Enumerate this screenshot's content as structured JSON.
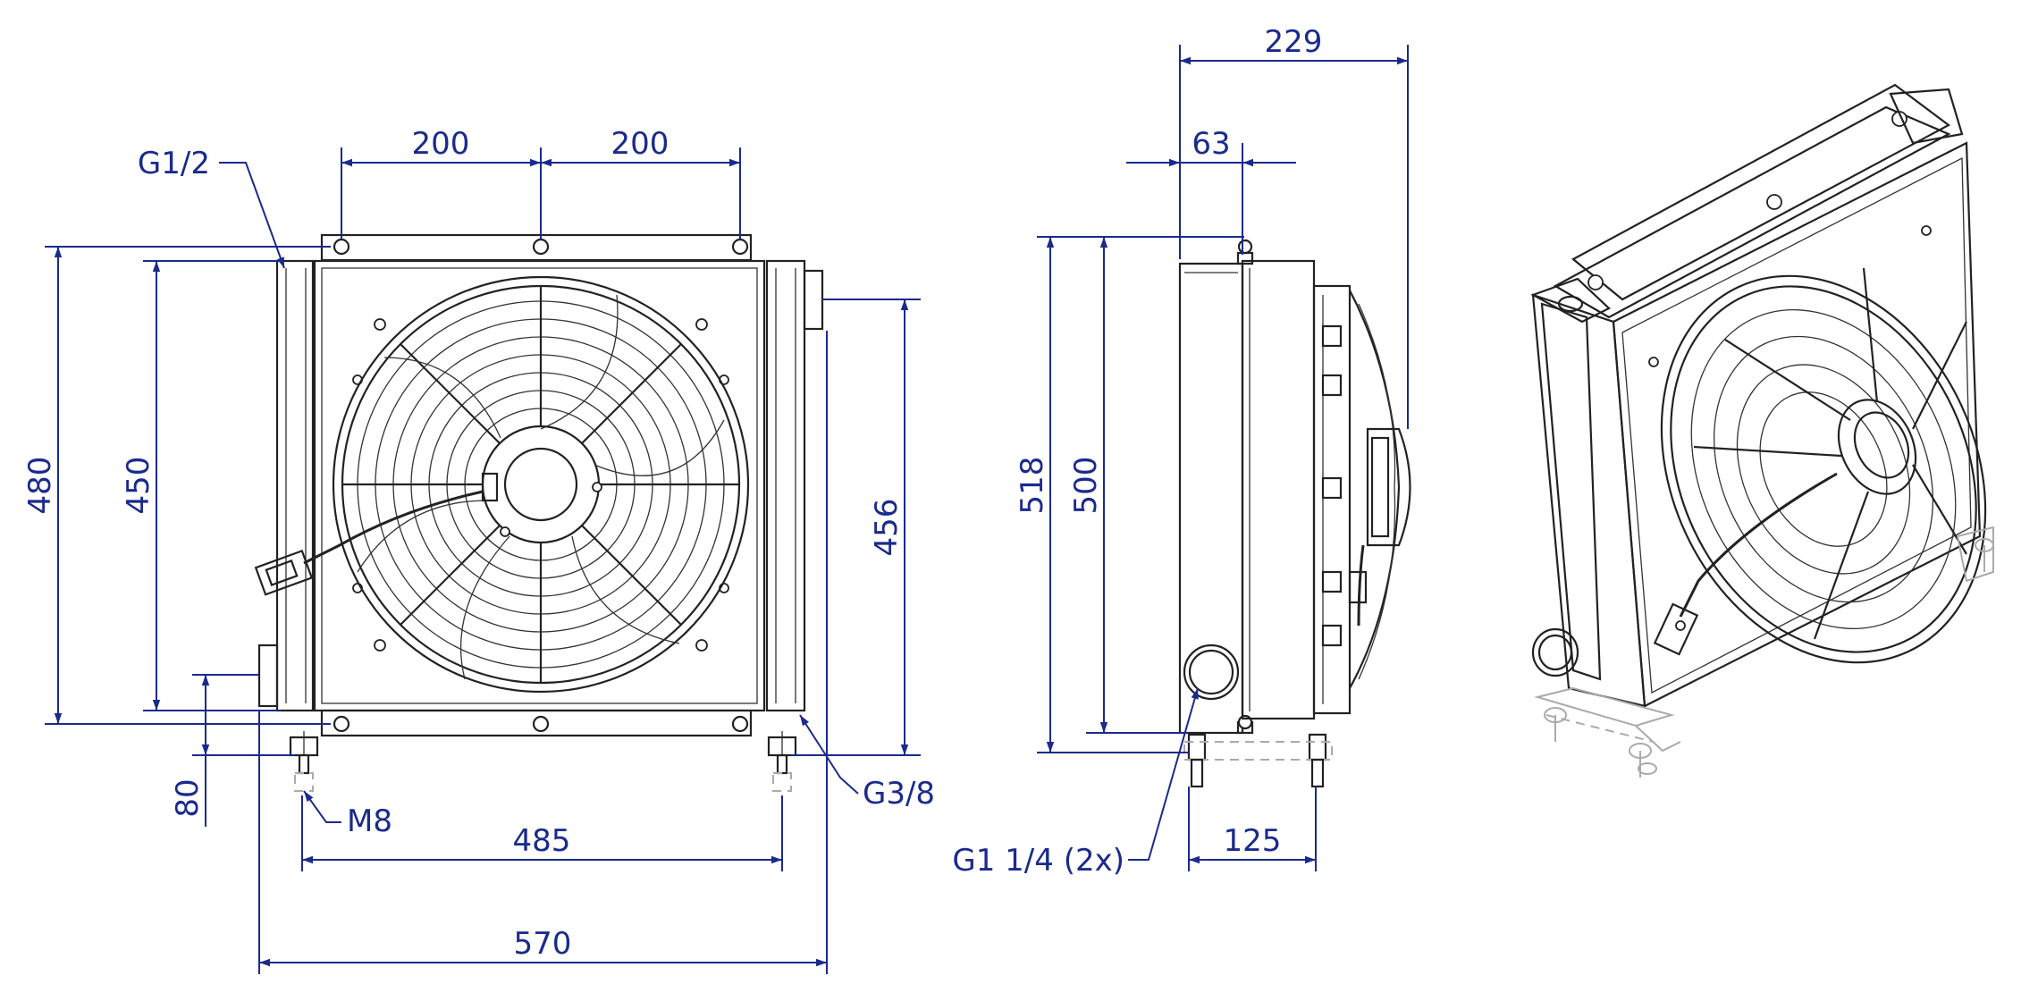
{
  "dimensions": {
    "d_200_left": "200",
    "d_200_right": "200",
    "d_480": "480",
    "d_450": "450",
    "d_456": "456",
    "d_80": "80",
    "d_485": "485",
    "d_570": "570",
    "d_229": "229",
    "d_63": "63",
    "d_518": "518",
    "d_500": "500",
    "d_125": "125"
  },
  "callouts": {
    "inlet_top": "G1/2",
    "drain": "G3/8",
    "mount_bolt": "M8",
    "ports": "G1 1/4 (2x)"
  },
  "colors": {
    "dimension_line": "#1a2a8c",
    "part_line": "#222222"
  }
}
